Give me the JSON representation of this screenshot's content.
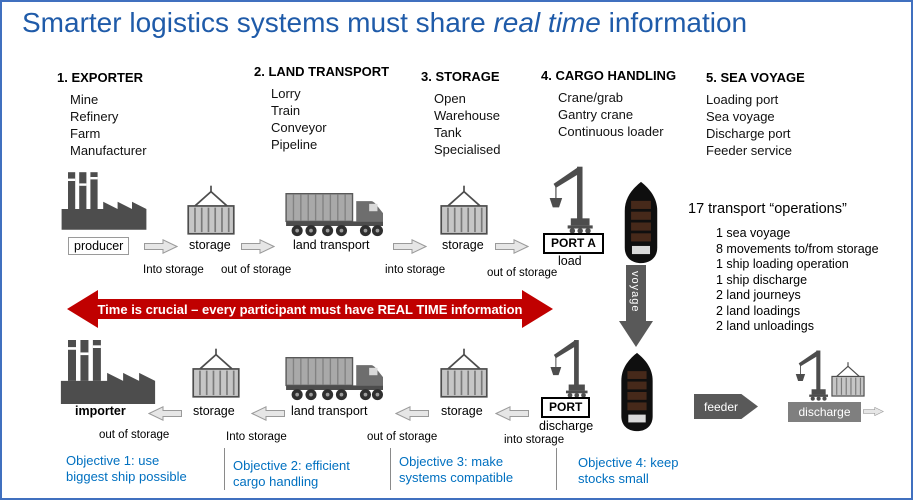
{
  "title": {
    "pre": "Smarter logistics systems must share ",
    "em": "real time",
    "post": " information"
  },
  "columns": [
    {
      "heading": "1. EXPORTER",
      "items": [
        "Mine",
        "Refinery",
        "Farm",
        "Manufacturer"
      ]
    },
    {
      "heading": "2. LAND TRANSPORT",
      "items": [
        "Lorry",
        "Train",
        "Conveyor",
        "Pipeline"
      ]
    },
    {
      "heading": "3. STORAGE",
      "items": [
        "Open",
        "Warehouse",
        "Tank",
        "Specialised"
      ]
    },
    {
      "heading": "4. CARGO HANDLING",
      "items": [
        "Crane/grab",
        "Gantry crane",
        "Continuous loader"
      ]
    },
    {
      "heading": "5. SEA VOYAGE",
      "items": [
        "Loading port",
        "Sea voyage",
        "Discharge port",
        "Feeder service"
      ]
    }
  ],
  "top_flow": {
    "producer": "producer",
    "storage1": "storage",
    "land_transport": "land transport",
    "storage2": "storage",
    "port": "PORT A",
    "port_action": "load",
    "labels": [
      "Into storage",
      "out of storage",
      "into storage",
      "out of storage"
    ]
  },
  "operations": {
    "heading": "17 transport “operations”",
    "items": [
      "1 sea voyage",
      "8 movements to/from storage",
      "1 ship loading operation",
      "1 ship discharge",
      "2 land journeys",
      "2 land loadings",
      "2 land unloadings"
    ]
  },
  "banner": "Time is crucial – every participant must have REAL TIME information",
  "voyage": "voyage",
  "bottom_flow": {
    "importer": "importer",
    "storage1": "storage",
    "land_transport": "land transport",
    "storage2": "storage",
    "port": "PORT",
    "port_action": "discharge",
    "labels": [
      "out of storage",
      "Into storage",
      "out of storage",
      "into storage"
    ],
    "feeder": "feeder",
    "discharge": "discharge"
  },
  "objectives": [
    {
      "line1": "Objective 1: use",
      "line2": "biggest ship possible"
    },
    {
      "line1": "Objective 2: efficient",
      "line2": "cargo handling"
    },
    {
      "line1": "Objective 3: make",
      "line2": "systems compatible"
    },
    {
      "line1": "Objective 4: keep",
      "line2": "stocks small"
    }
  ],
  "icons": {
    "producer": "factory-icon",
    "storage": "container-with-crane-hook-icon",
    "land_transport": "truck-icon",
    "port": "harbor-crane-icon",
    "sea": "container-ship-icon",
    "flow": "block-arrow-icon"
  },
  "colors": {
    "title_blue": "#1f5ba9",
    "objective_blue": "#0070c0",
    "banner_red": "#c00000",
    "icon_gray": "#4d4d4d",
    "dark_arrow_gray": "#595959",
    "border_blue": "#4070bf"
  }
}
